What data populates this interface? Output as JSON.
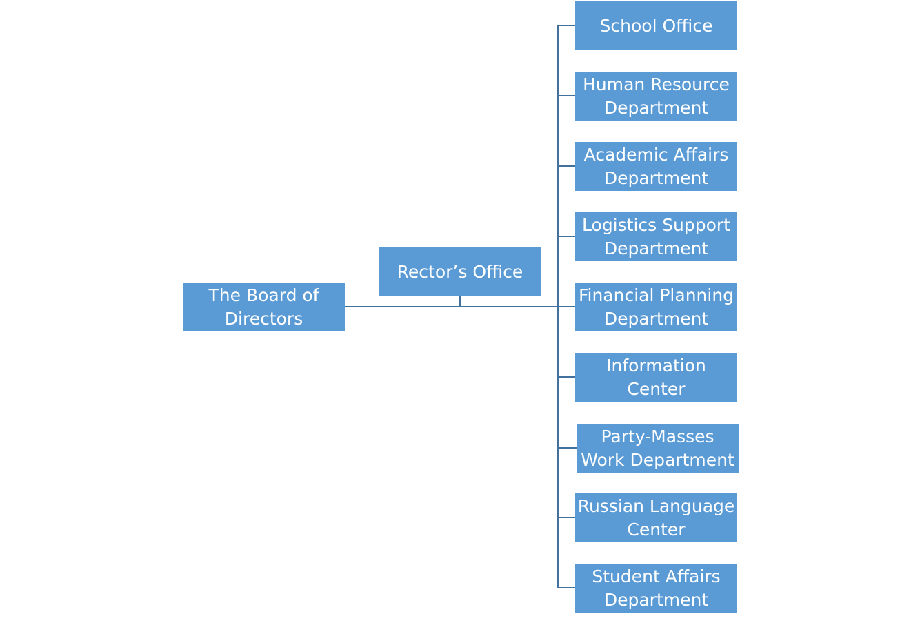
{
  "colors": {
    "box_fill": "#5b9bd5",
    "box_text": "#ffffff",
    "connector": "#41719c"
  },
  "board": {
    "label": "The Board of\nDirectors"
  },
  "rector": {
    "label": "Rector’s Office"
  },
  "departments": [
    {
      "label": "School Office"
    },
    {
      "label": "Human Resource\nDepartment"
    },
    {
      "label": "Academic Affairs\nDepartment"
    },
    {
      "label": "Logistics Support\nDepartment"
    },
    {
      "label": "Financial Planning\nDepartment"
    },
    {
      "label": "Information\nCenter"
    },
    {
      "label": "Party-Masses\nWork Department"
    },
    {
      "label": "Russian Language\nCenter"
    },
    {
      "label": "Student  Affairs\nDepartment"
    }
  ]
}
